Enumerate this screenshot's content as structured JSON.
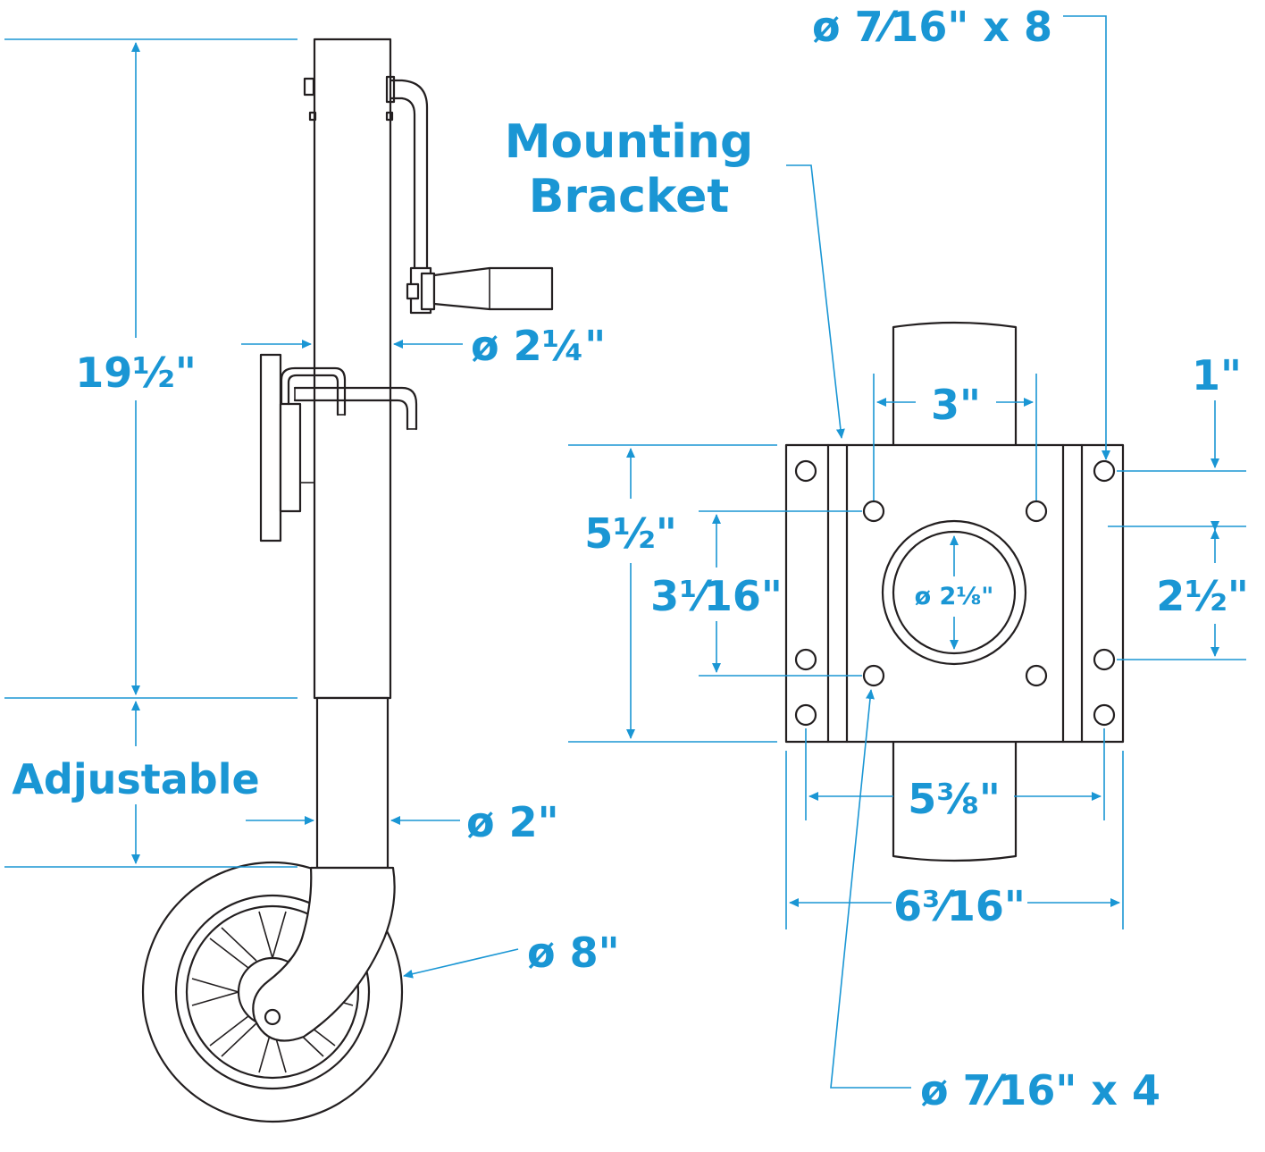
{
  "labels": {
    "mounting_bracket_line1": "Mounting",
    "mounting_bracket_line2": "Bracket",
    "height": "19½\"",
    "adjustable": "Adjustable",
    "tube_dia": "ø 2¼\"",
    "inner_tube_dia": "ø 2\"",
    "wheel_dia": "ø 8\"",
    "top_holes": "ø 7⁄16\" x 8",
    "bottom_holes": "ø 7⁄16\" x 4",
    "width_3": "3\"",
    "height_5_5": "5½\"",
    "spacing_3_1_16": "3¹⁄16\"",
    "center_hole": "ø 2⅛\"",
    "spacing_1": "1\"",
    "spacing_2_5": "2½\"",
    "width_5_3_8": "5⅜\"",
    "width_6_3_16": "6³⁄16\""
  },
  "colors": {
    "dimension": "#1a96d4",
    "line_art": "#231f20",
    "background": "#ffffff"
  }
}
